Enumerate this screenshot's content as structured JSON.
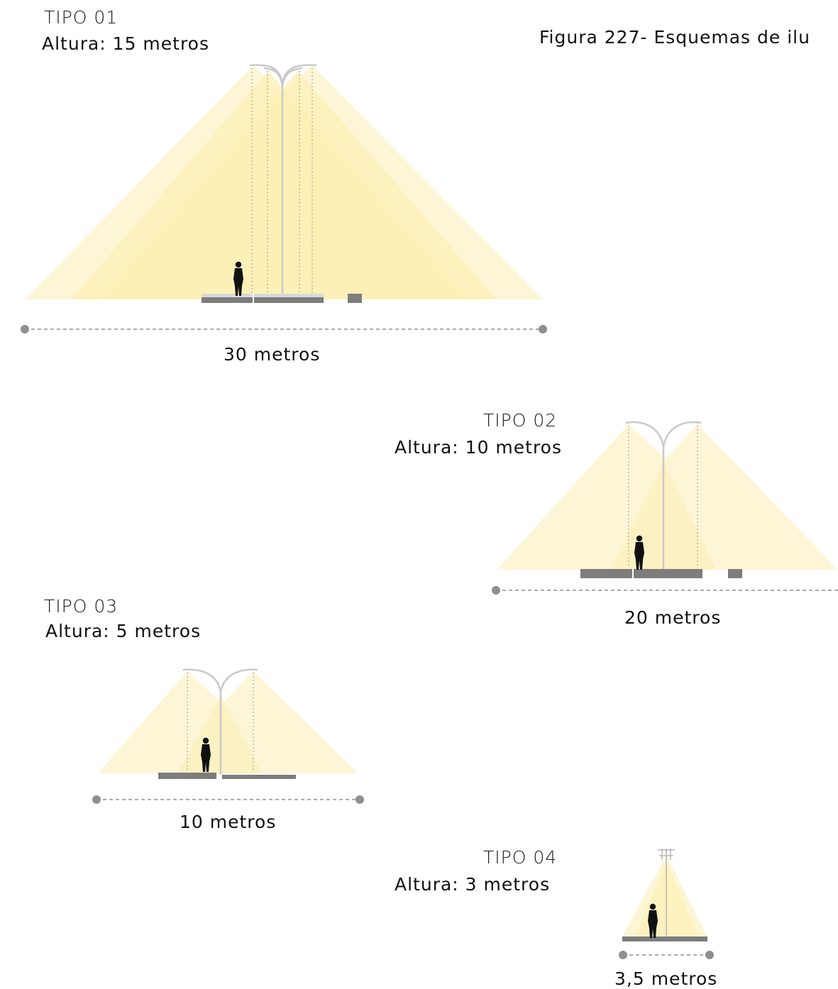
{
  "caption": "Figura 227-  Esquemas de ilu",
  "colors": {
    "light_outer": "#fdf6d6",
    "light_inner": "#fcefb4",
    "pole": "#c9c9c9",
    "ground": "#7d7d7d",
    "dimension_line": "#8f8f8f"
  },
  "types": [
    {
      "title": "TIPO 01",
      "height_label": "Altura: 15 metros",
      "span_label": "30 metros"
    },
    {
      "title": "TIPO 02",
      "height_label": "Altura: 10 metros",
      "span_label": "20 metros"
    },
    {
      "title": "TIPO 03",
      "height_label": "Altura: 5 metros",
      "span_label": "10 metros"
    },
    {
      "title": "TIPO 04",
      "height_label": "Altura: 3 metros",
      "span_label": "3,5 metros"
    }
  ]
}
